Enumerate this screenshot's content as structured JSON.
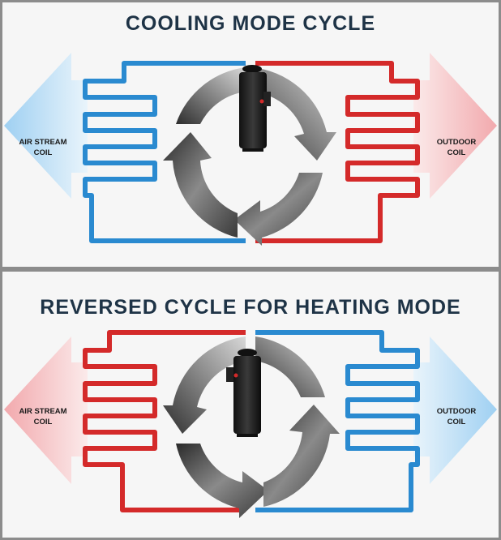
{
  "cooling": {
    "title": "COOLING MODE CYCLE",
    "left_label_1": "AIR STREAM",
    "left_label_2": "COIL",
    "right_label_1": "OUTDOOR",
    "right_label_2": "COIL",
    "left_color": "#2a8ad0",
    "right_color": "#d42a2a"
  },
  "heating": {
    "title": "REVERSED CYCLE FOR HEATING MODE",
    "left_label_1": "AIR STREAM",
    "left_label_2": "COIL",
    "right_label_1": "OUTDOOR",
    "right_label_2": "COIL",
    "left_color": "#d42a2a",
    "right_color": "#2a8ad0"
  },
  "colors": {
    "cold": "#2a8ad0",
    "hot": "#d42a2a",
    "title": "#1e3346",
    "panel_bg": "#f6f6f6",
    "border": "#8c8c8c"
  }
}
